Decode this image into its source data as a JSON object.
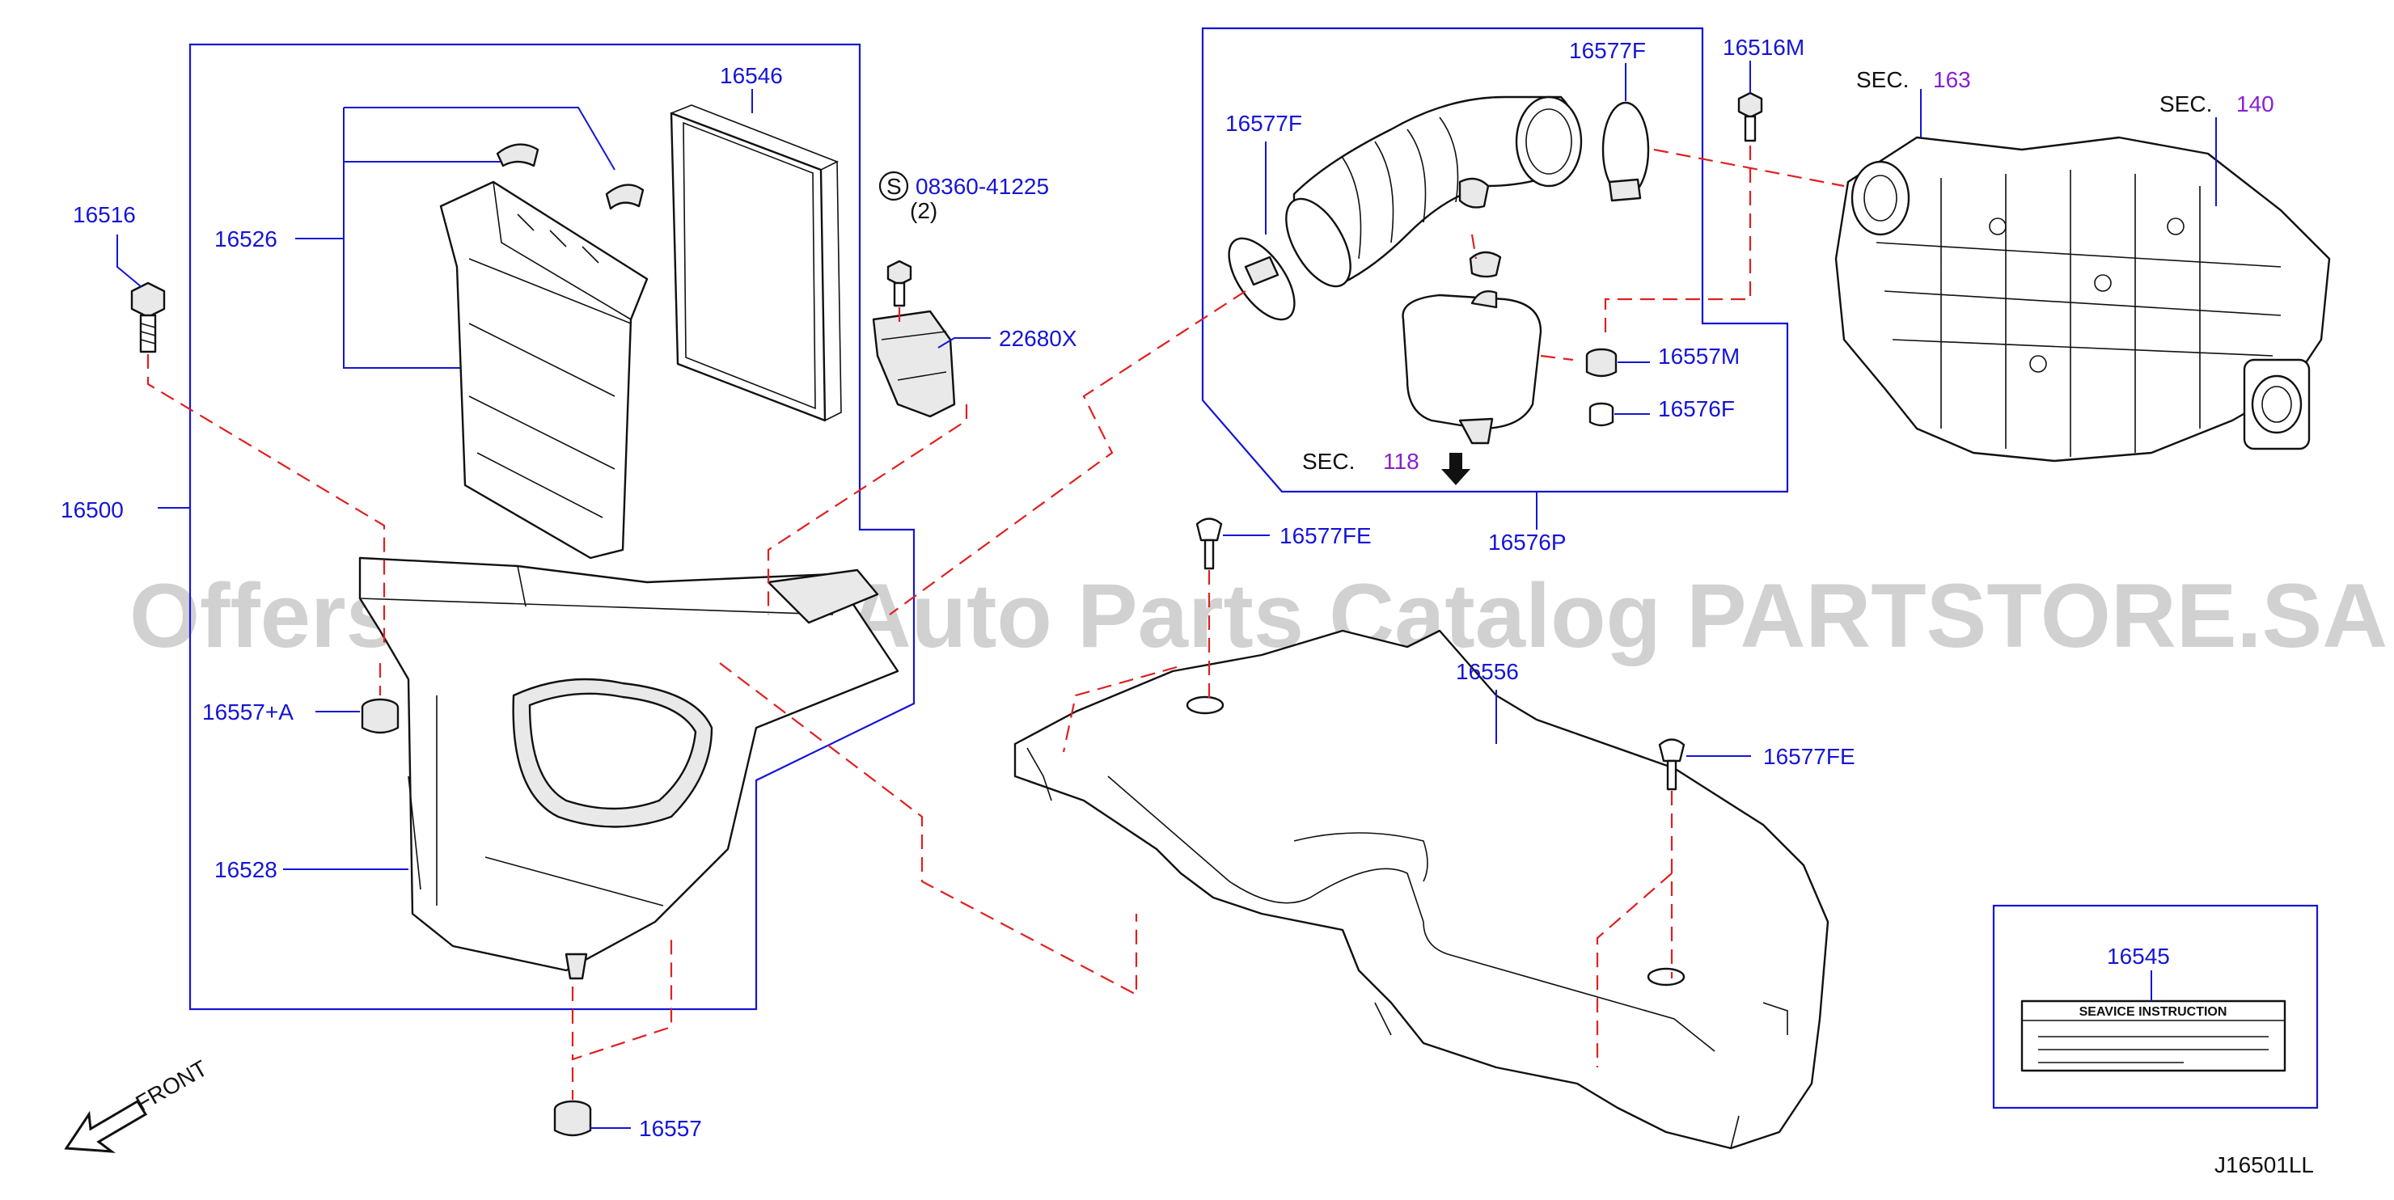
{
  "diagram": {
    "code": "J16501LL",
    "watermark": "Offers Merchant Auto Parts Catalog PARTSTORE.SA",
    "front_label": "FRONT",
    "screw_spec": {
      "badge": "S",
      "number": "08360-41225",
      "qty": "(2)"
    },
    "sections": [
      {
        "prefix": "SEC.",
        "number": "163"
      },
      {
        "prefix": "SEC.",
        "number": "140"
      },
      {
        "prefix": "SEC.",
        "number": "118"
      }
    ],
    "parts": [
      "16546",
      "16526",
      "16516",
      "16500",
      "16557+A",
      "16528",
      "16557",
      "22680X",
      "16577F",
      "16577F",
      "16516M",
      "16557M",
      "16576F",
      "16576P",
      "16577FE",
      "16556",
      "16577FE",
      "16545"
    ],
    "label_card": {
      "part": "16545",
      "title": "SEAVICE INSTRUCTION"
    },
    "colors": {
      "part_number": "#1515d6",
      "section_number": "#8a1fd1",
      "dashed_leader": "#e02020",
      "line_art": "#111111"
    }
  }
}
